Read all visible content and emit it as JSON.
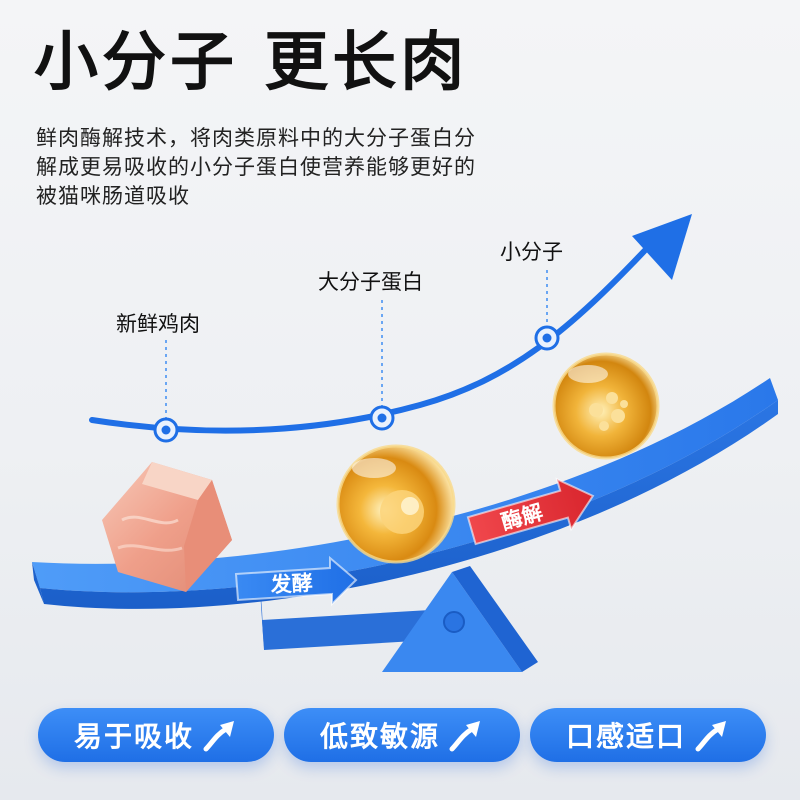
{
  "headline": "小分子 更长肉",
  "description": "鲜肉酶解技术，将肉类原料中的大分子蛋白分解成更易吸收的小分子蛋白使营养能够更好的被猫咪肠道吸收",
  "stages": [
    {
      "label": "新鲜鸡肉"
    },
    {
      "label": "大分子蛋白"
    },
    {
      "label": "小分子"
    }
  ],
  "process_tags": {
    "fermentation": "发酵",
    "enzymolysis": "酶解"
  },
  "features": [
    {
      "label": "易于吸收",
      "icon": "trend-up-arrow-icon"
    },
    {
      "label": "低致敏源",
      "icon": "trend-up-arrow-icon"
    },
    {
      "label": "口感适口",
      "icon": "trend-up-arrow-icon"
    }
  ],
  "colors": {
    "accent_blue": "#1f6fe6",
    "enzyme_red": "#e8373f",
    "headline": "#111111"
  }
}
